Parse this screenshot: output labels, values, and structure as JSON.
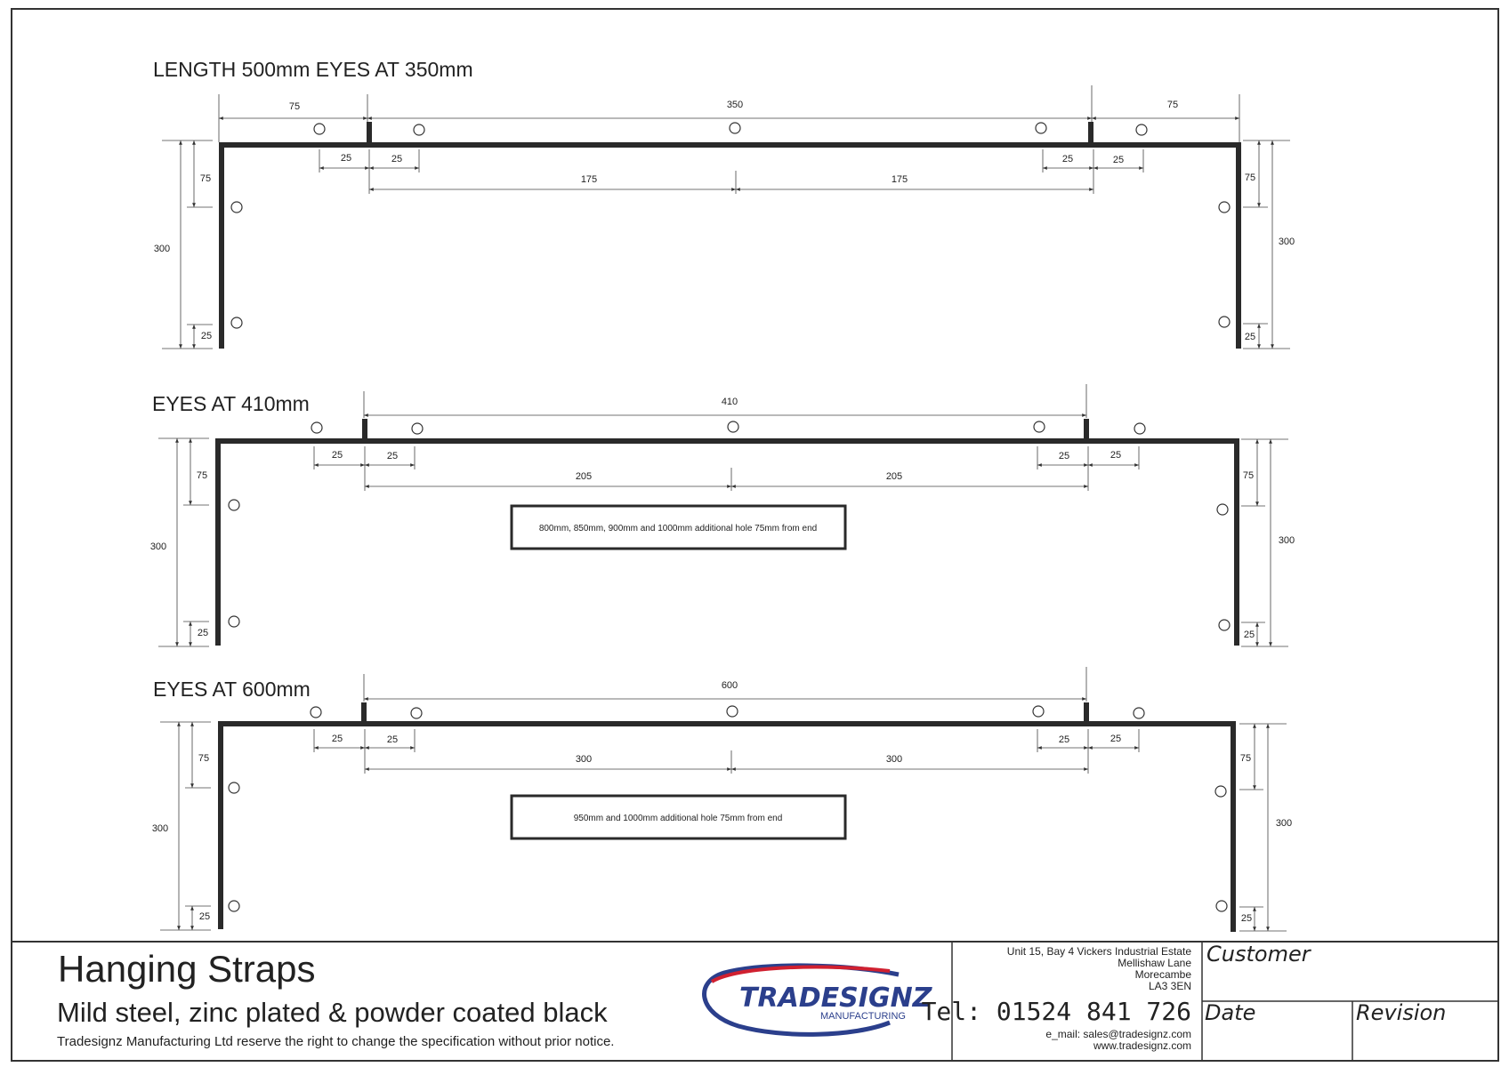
{
  "drawings": [
    {
      "title": "LENGTH 500mm EYES AT 350mm",
      "dims": {
        "top_left": "75",
        "top_centre": "350",
        "top_right": "75",
        "hole_left_a": "25",
        "hole_left_b": "25",
        "hole_right_a": "25",
        "hole_right_b": "25",
        "half_left": "175",
        "half_right": "175",
        "leg_upper_left": "75",
        "leg_total_left": "300",
        "leg_lower_left": "25",
        "leg_upper_right": "75",
        "leg_total_right": "300",
        "leg_lower_right": "25"
      },
      "note": ""
    },
    {
      "title": "EYES AT 410mm",
      "dims": {
        "top_centre": "410",
        "hole_left_a": "25",
        "hole_left_b": "25",
        "hole_right_a": "25",
        "hole_right_b": "25",
        "half_left": "205",
        "half_right": "205",
        "leg_upper_left": "75",
        "leg_total_left": "300",
        "leg_lower_left": "25",
        "leg_upper_right": "75",
        "leg_total_right": "300",
        "leg_lower_right": "25"
      },
      "note": "800mm, 850mm, 900mm and 1000mm additional hole 75mm from end"
    },
    {
      "title": "EYES AT 600mm",
      "dims": {
        "top_centre": "600",
        "hole_left_a": "25",
        "hole_left_b": "25",
        "hole_right_a": "25",
        "hole_right_b": "25",
        "half_left": "300",
        "half_right": "300",
        "leg_upper_left": "75",
        "leg_total_left": "300",
        "leg_lower_left": "25",
        "leg_upper_right": "75",
        "leg_total_right": "300",
        "leg_lower_right": "25"
      },
      "note": "950mm and 1000mm additional hole 75mm from end"
    }
  ],
  "title_block": {
    "title": "Hanging Straps",
    "subtitle": "Mild steel, zinc plated & powder coated black",
    "disclaimer": "Tradesignz Manufacturing Ltd reserve the right to change the specification without prior notice.",
    "logo_name": "TRADESIGNZ",
    "logo_sub": "MANUFACTURING",
    "address": [
      "Unit 15, Bay 4 Vickers Industrial Estate",
      "Mellishaw Lane",
      "Morecambe",
      "LA3 3EN"
    ],
    "tel": "Tel: 01524 841 726",
    "email": "e_mail: sales@tradesignz.com",
    "web": "www.tradesignz.com",
    "customer_label": "Customer",
    "date_label": "Date",
    "revision_label": "Revision"
  },
  "colors": {
    "line": "#2a2a2a",
    "logo_blue": "#2b3f8c",
    "logo_red": "#d02030"
  }
}
